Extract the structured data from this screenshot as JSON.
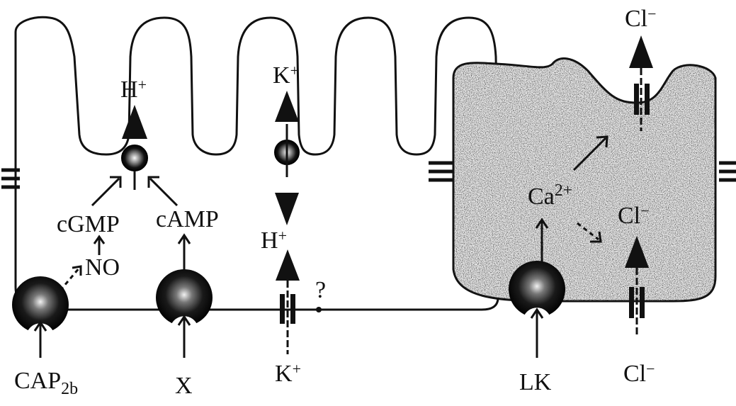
{
  "colors": {
    "ink": "#111111",
    "cell_fill": "#ffffff",
    "stipple": "#9a9a9a",
    "background": "#ffffff"
  },
  "left_cell": {
    "ions": {
      "h_top": "H",
      "k_top": "K",
      "h_mid": "H",
      "k_bottom": "K"
    },
    "plus_sign": "+",
    "messengers": {
      "cgmp": "cGMP",
      "camp": "cAMP",
      "no": "NO"
    },
    "ligands": {
      "cap_main": "CAP",
      "cap_sub": "2b",
      "x": "X"
    },
    "question": "?"
  },
  "right_cell": {
    "ions": {
      "cl_top": "Cl",
      "cl_mid": "Cl",
      "cl_bottom": "Cl"
    },
    "minus_sign": "−",
    "calcium": {
      "base": "Ca",
      "sup": "2+"
    },
    "ligand": "LK"
  },
  "icons": {
    "junctions": "tight-junction-icon",
    "receptors": "receptor-icon",
    "pumps": "pump-icon",
    "channels": "ion-channel-icon",
    "arrows": "arrow-icon"
  }
}
